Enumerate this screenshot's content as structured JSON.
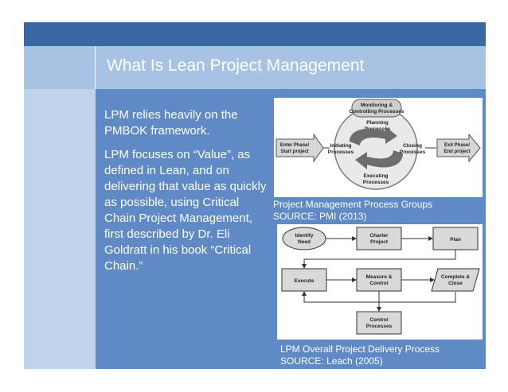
{
  "slide": {
    "title": "What Is Lean Project Management",
    "paragraphs": [
      "LPM relies heavily on the PMBOK framework.",
      "LPM focuses on “Value”, as defined in Lean, and on delivering that value as quickly as possible, using Critical Chain Project Management, first described by Dr. Eli Goldratt in his book “Critical Chain.”"
    ]
  },
  "figure1": {
    "caption": "Project Management Process Groups",
    "source": "SOURCE: PMI (2013)",
    "labels": {
      "monitoring": "Monitoring &",
      "controlling": "Controlling Processes",
      "planning1": "Planning",
      "planning2": "Processes",
      "initiating1": "Initiating",
      "initiating2": "Processes",
      "executing1": "Executing",
      "executing2": "Processes",
      "closing1": "Closing",
      "closing2": "Processes",
      "enter1": "Enter Phase/",
      "enter2": "Start project",
      "exit1": "Exit Phase/",
      "exit2": "End project"
    }
  },
  "figure2": {
    "caption": "LPM Overall Project Delivery Process",
    "source": "SOURCE: Leach (2005)",
    "labels": {
      "identify1": "Identify",
      "identify2": "Need",
      "charter1": "Charter",
      "charter2": "Project",
      "plan": "Plan",
      "execute": "Execute",
      "measure1": "Measure &",
      "measure2": "Control",
      "complete1": "Complete &",
      "complete2": "Close",
      "control1": "Control",
      "control2": "Processes"
    }
  },
  "colors": {
    "top_bar": "#3b68a3",
    "title_bar": "#a7c2e3",
    "left_column": "#bfd3ea",
    "content_bg": "#5f8ac6",
    "text": "#ffffff"
  }
}
